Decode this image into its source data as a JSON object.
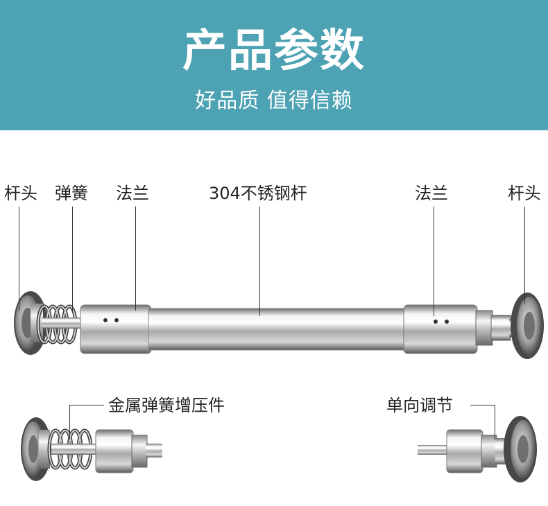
{
  "banner": {
    "title": "产品参数",
    "subtitle": "好品质 值得信赖",
    "background_color": "#4da2b4"
  },
  "main_diagram": {
    "labels": {
      "rod_head_left": "杆头",
      "spring": "弹簧",
      "flange_left": "法兰",
      "steel_rod": "304不锈钢杆",
      "flange_right": "法兰",
      "rod_head_right": "杆头"
    }
  },
  "details": {
    "spring_compressor": "金属弹簧增压件",
    "one_way_adjuster": "单向调节"
  }
}
